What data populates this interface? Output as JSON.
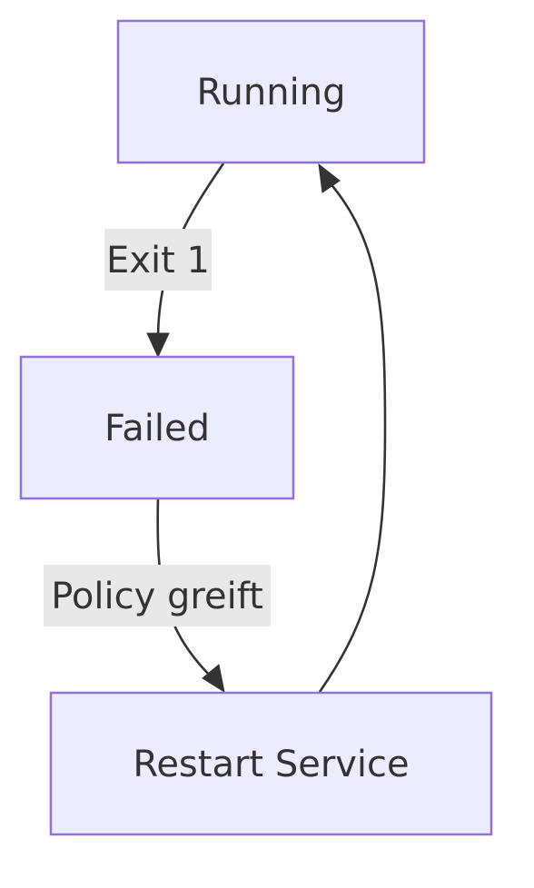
{
  "nodes": {
    "running": "Running",
    "failed": "Failed",
    "restart": "Restart Service"
  },
  "edges": {
    "running_to_failed": "Exit 1",
    "failed_to_restart": "Policy greift"
  },
  "colors": {
    "node_fill": "#ececff",
    "node_stroke": "#9370db",
    "edge": "#333333",
    "label_bg": "#e8e8e8",
    "text": "#333333"
  }
}
